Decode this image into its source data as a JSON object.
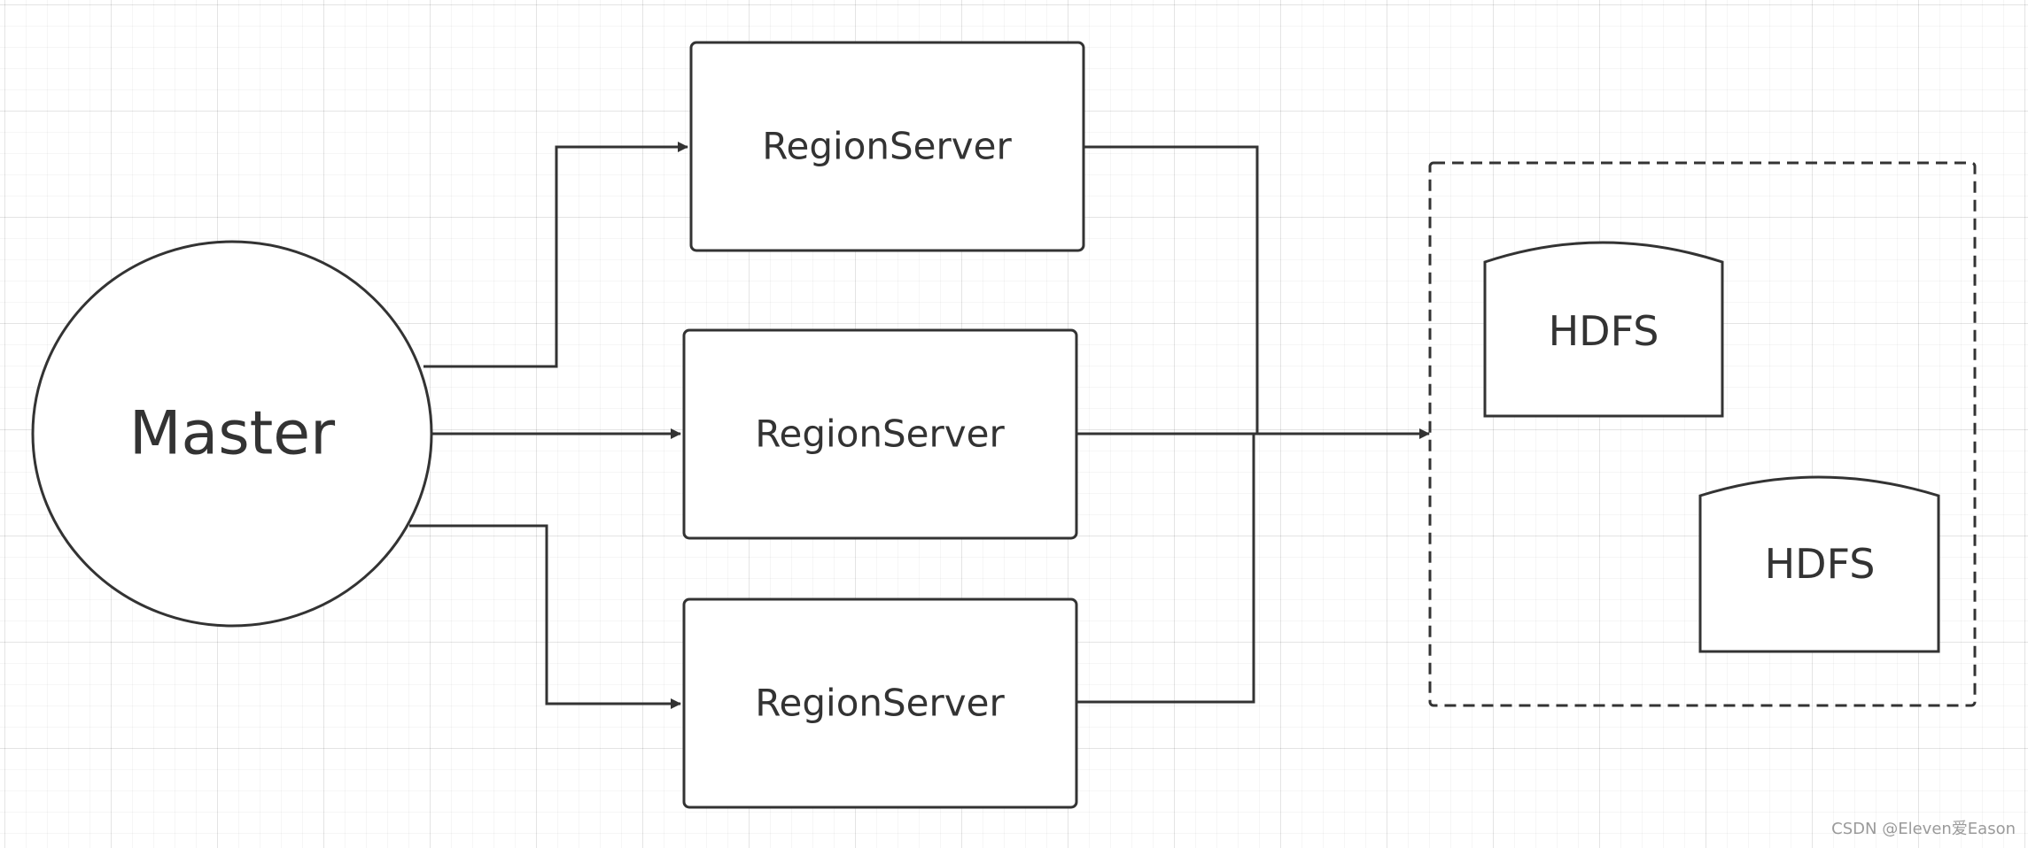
{
  "diagram": {
    "master": {
      "label": "Master"
    },
    "region_servers": [
      {
        "label": "RegionServer"
      },
      {
        "label": "RegionServer"
      },
      {
        "label": "RegionServer"
      }
    ],
    "storage_group": {
      "nodes": [
        {
          "label": "HDFS"
        },
        {
          "label": "HDFS"
        }
      ]
    },
    "colors": {
      "stroke": "#333333",
      "fill": "#ffffff",
      "text": "#333333",
      "grid": "#ebebeb"
    }
  },
  "watermark": "CSDN @Eleven爱Eason"
}
